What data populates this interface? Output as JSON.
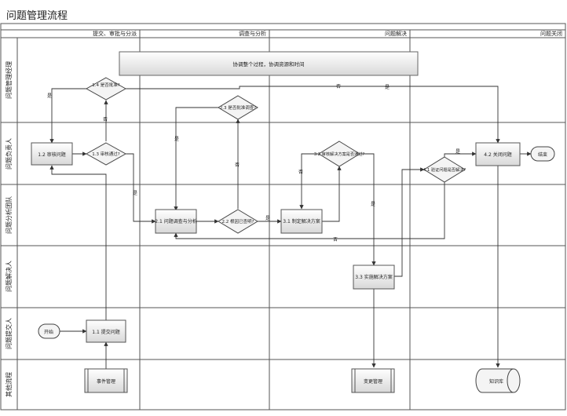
{
  "title": "问题管理流程",
  "phases": [
    "提交、审批与分派",
    "调查与分析",
    "问题解决",
    "问题关闭"
  ],
  "lanes": [
    "问题管理经理",
    "问题负责人",
    "问题分析团队",
    "问题解决人",
    "问题提交人",
    "其他流程"
  ],
  "nodes": {
    "coord": "协调整个过程，协调资源和时间",
    "n14": "1.4 是否批准?",
    "n12": "1.2 审核问题",
    "n13": "1.3 审核通过?",
    "n23": "2.3 是否批准调查?",
    "n21": "2.1 问题调查与分析",
    "n22": "2.2 根因已查明?",
    "n31": "3.1 制定解决方案",
    "n32": "3.2 审核解决方案是否通过?",
    "n33": "3.3 实施解决方案",
    "n41": "4.1 验证问题是否解决?",
    "n42": "4.2 关闭问题",
    "end": "结束",
    "start": "开始",
    "n11": "1.1 提交问题",
    "event": "事件管理",
    "change": "变更管理",
    "kb": "知识库"
  },
  "labels": {
    "yes": "是",
    "no": "否"
  }
}
